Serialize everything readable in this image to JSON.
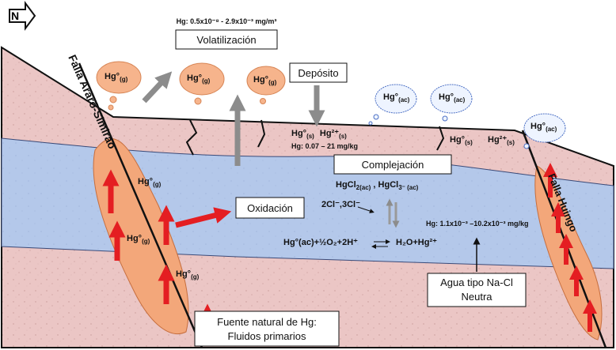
{
  "north_label": "N",
  "hg_gas_range": "Hg: 0.5x10⁻⁸ - 2.9x10⁻³ mg/m³",
  "volatilizacion": "Volatilización",
  "deposito": "Depósito",
  "oxidacion": "Oxidación",
  "complejacion": "Complejación",
  "falla_left": "Falla Araró-Simirao",
  "falla_right": "Falla Huingo",
  "hg_surface_range": "Hg: 0.07 – 21 mg/kg",
  "hg_water_range": "Hg: 1.1x10⁻³ –10.2x10⁻³ mg/kg",
  "fuente_line1": "Fuente natural de Hg:",
  "fuente_line2": "Fluidos primarios",
  "agua_line1": "Agua tipo Na-Cl",
  "agua_line2": "Neutra",
  "chloride": "2Cl⁻,3Cl⁻",
  "species": {
    "hg_g": "Hg°",
    "hg_g_sub": "(g)",
    "hg_ac": "Hg°",
    "hg_ac_sub": "(ac)",
    "hg_s": "Hg°",
    "hg_s_sub": "(s)",
    "hg2_s": "Hg²⁺",
    "hg2_s_sub": "(s)",
    "hgcl2": "HgCl",
    "hgcl2_sub": "2(ac)",
    "hgcl3": "HgCl",
    "hgcl3_sup_sub": "3⁻ (ac)"
  },
  "reaction_left": "Hg°(ac)+½O₂+2H⁺",
  "reaction_right": "H₂O+Hg²⁺",
  "colors": {
    "rock": "#ebc6c5",
    "water": "#b4c8ea",
    "plume": "#f3a77a",
    "arrow_red": "#e41e22",
    "arrow_gray": "#8c8c8c",
    "cloud_orange": "#f6b48c",
    "cloud_blue": "#eef4ff"
  }
}
